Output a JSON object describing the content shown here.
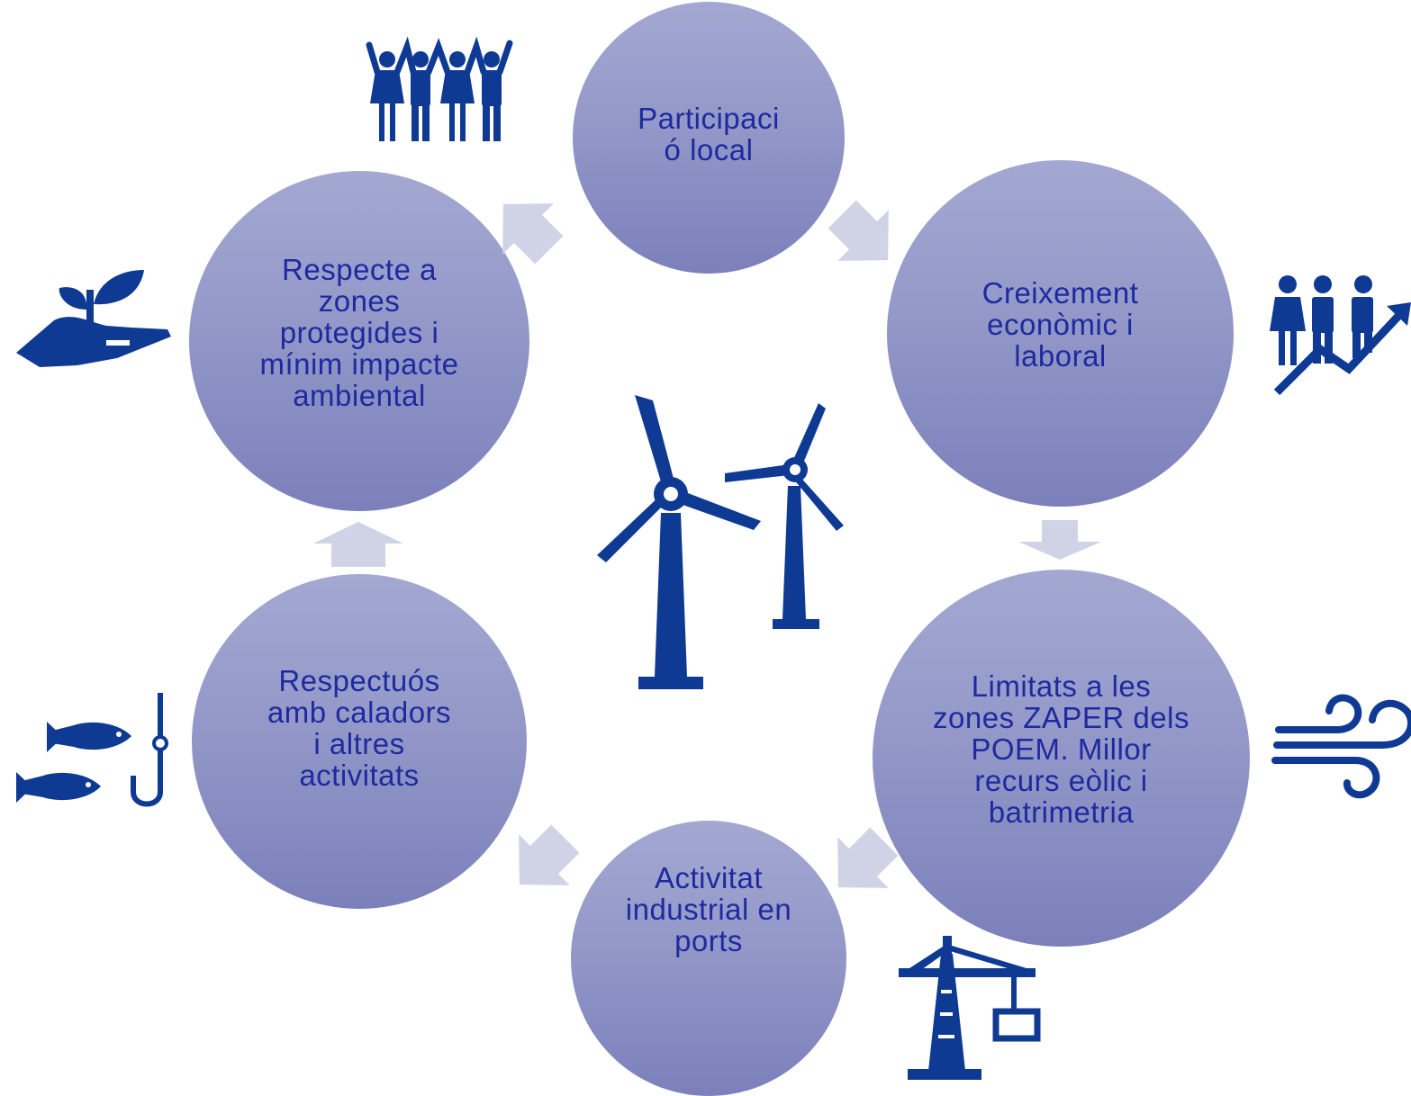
{
  "nodes": [
    {
      "id": "participacio-local",
      "label": "Participaci\nó local"
    },
    {
      "id": "creixement",
      "label": "Creixement\neconòmic i\nlaboral"
    },
    {
      "id": "limitats",
      "label": "Limitats a les\nzones ZAPER dels\nPOEM. Millor\nrecurs eòlic i\nbatrimetria"
    },
    {
      "id": "activitat",
      "label": "Activitat\nindustrial en\nports"
    },
    {
      "id": "respectuos",
      "label": "Respectuós\namb caladors\ni altres\nactivitats"
    },
    {
      "id": "respecte",
      "label": "Respecte a\nzones\nprotegides i\nmínim impacte\nambiental"
    }
  ],
  "colors": {
    "icon": "#0e3a93",
    "arrow": "#d0d3e6",
    "node_top": "#a3a8d2",
    "node_bottom": "#7b80bb",
    "text": "#1d2aa0"
  },
  "icons": {
    "center": "wind-turbines-icon",
    "participacio-local": "people-raising-hands-icon",
    "creixement": "people-growth-icon",
    "limitats": "wind-icon",
    "activitat": "port-crane-icon",
    "respectuos": "fish-hook-icon",
    "respecte": "plant-in-hand-icon"
  }
}
